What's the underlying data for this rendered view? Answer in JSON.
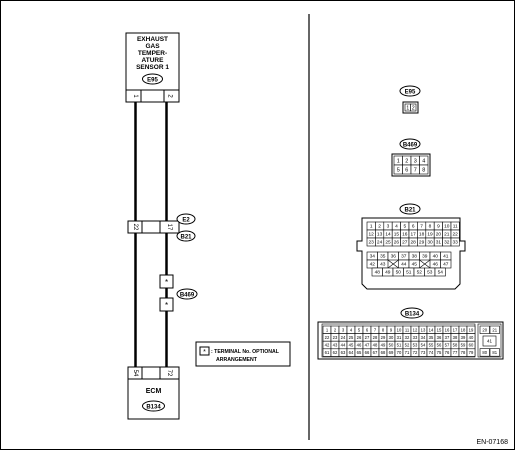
{
  "sensor": {
    "title_lines": [
      "EXHAUST",
      "GAS",
      "TEMPER-",
      "ATURE",
      "SENSOR 1"
    ],
    "connector": "E95",
    "pins": [
      "1",
      "2"
    ]
  },
  "junction_e2_b21": {
    "labels": [
      "E2",
      "B21"
    ],
    "pins": [
      "22",
      "17"
    ]
  },
  "junction_b469": {
    "label": "B469",
    "pins": [
      "*",
      "*"
    ]
  },
  "ecm": {
    "title": "ECM",
    "connector": "B134",
    "pins": [
      "54",
      "72"
    ]
  },
  "legend": {
    "symbol": "*",
    "lines": [
      ": TERMINAL No. OPTIONAL",
      "ARRANGEMENT"
    ]
  },
  "connector_e95": {
    "label": "E95",
    "rows": [
      [
        "1",
        "2"
      ]
    ]
  },
  "connector_b469": {
    "label": "B469",
    "rows": [
      [
        "1",
        "2",
        "3",
        "4"
      ],
      [
        "5",
        "6",
        "7",
        "8"
      ]
    ]
  },
  "connector_b21": {
    "label": "B21",
    "rows_top": [
      [
        "1",
        "2",
        "3",
        "4",
        "5",
        "6",
        "7",
        "8",
        "9",
        "10",
        "11"
      ],
      [
        "12",
        "13",
        "14",
        "15",
        "16",
        "17",
        "18",
        "19",
        "20",
        "21",
        "22"
      ],
      [
        "23",
        "24",
        "25",
        "26",
        "27",
        "28",
        "29",
        "30",
        "31",
        "32",
        "33"
      ]
    ],
    "rows_bottom": [
      [
        "34",
        "35",
        "36",
        "37",
        "38",
        "39",
        "40",
        "41"
      ],
      [
        "42",
        "43",
        "",
        "44",
        "45",
        "",
        "46",
        "47"
      ],
      [
        "48",
        "49",
        "50",
        "51",
        "52",
        "53",
        "54"
      ]
    ]
  },
  "connector_b134": {
    "label": "B134",
    "rows": [
      [
        "1",
        "2",
        "3",
        "4",
        "5",
        "6",
        "7",
        "8",
        "9",
        "10",
        "11",
        "12",
        "13",
        "14",
        "15",
        "16",
        "17",
        "18",
        "19"
      ],
      [
        "22",
        "23",
        "24",
        "25",
        "26",
        "27",
        "28",
        "29",
        "30",
        "31",
        "32",
        "33",
        "34",
        "35",
        "36",
        "37",
        "38",
        "39",
        "40"
      ],
      [
        "42",
        "43",
        "44",
        "45",
        "46",
        "47",
        "48",
        "49",
        "50",
        "51",
        "52",
        "53",
        "54",
        "55",
        "56",
        "57",
        "58",
        "59",
        "60"
      ],
      [
        "61",
        "62",
        "63",
        "64",
        "65",
        "66",
        "67",
        "68",
        "69",
        "70",
        "71",
        "72",
        "73",
        "74",
        "75",
        "76",
        "77",
        "78",
        "79"
      ]
    ],
    "side": [
      "20",
      "21",
      "41",
      "80",
      "81"
    ]
  },
  "figure_id": "EN-07168"
}
